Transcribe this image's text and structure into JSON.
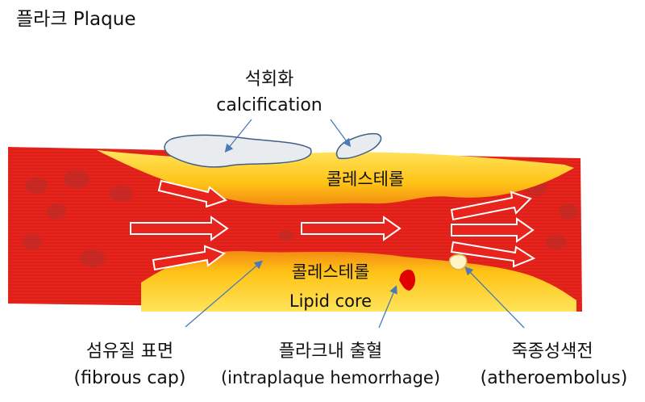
{
  "title": "플라크 Plaque",
  "labels": {
    "calcification_ko": "석회화",
    "calcification_en": "calcification",
    "cholesterol_top": "콜레스테롤",
    "cholesterol_mid": "콜레스테롤",
    "lipid_core": "Lipid core",
    "fibrous_ko": "섬유질 표면",
    "fibrous_en": "(fibrous cap)",
    "hemorrhage_ko": "플라크내 출혈",
    "hemorrhage_en": "(intraplaque hemorrhage)",
    "atheroembolus_ko": "죽종성색전",
    "atheroembolus_en": "(atheroembolus)"
  },
  "colors": {
    "vessel_red": "#e8231c",
    "plaque_yellow": "#ffd21a",
    "plaque_orange": "#f59a10",
    "calcium_fill": "#e9ecef",
    "hemorrhage_red": "#e00000",
    "pointer_blue": "#4a7ab8"
  }
}
